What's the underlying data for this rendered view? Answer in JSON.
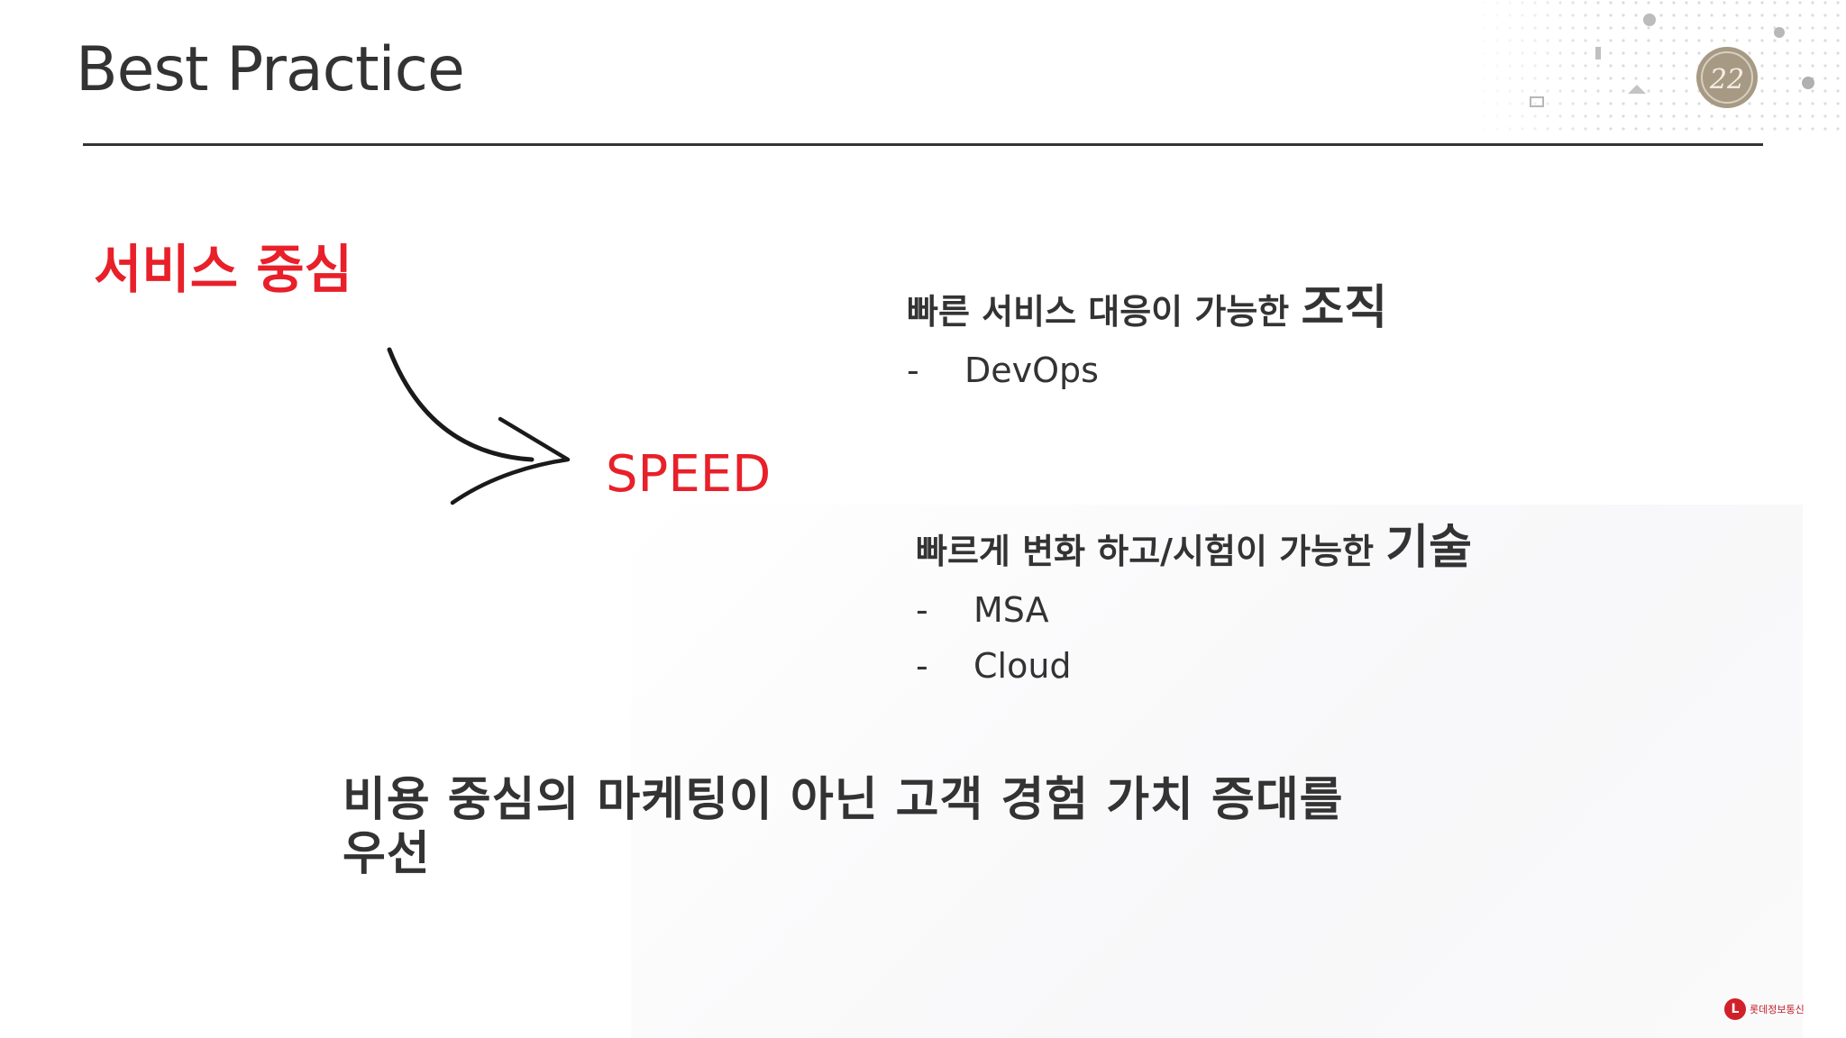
{
  "slide": {
    "title": "Best Practice",
    "service_heading": "서비스 중심",
    "speed": "SPEED",
    "org": {
      "heading": "빠른 서비스 대응이 가능한",
      "heading_emphasis": "조직",
      "items": [
        "DevOps"
      ]
    },
    "tech": {
      "heading": "빠르게 변화 하고/시험이 가능한",
      "heading_emphasis": "기술",
      "items": [
        "MSA",
        "Cloud"
      ]
    },
    "bullet": "-",
    "conclusion_line1": "비용 중심의 마케팅이 아닌 고객 경험 가치 증대를",
    "conclusion_line2": "우선",
    "badge_text": "22",
    "logo_mark": "L",
    "logo_text": "롯데정보통신"
  },
  "colors": {
    "accent_red": "#e8202a",
    "text_dark": "#333333"
  }
}
